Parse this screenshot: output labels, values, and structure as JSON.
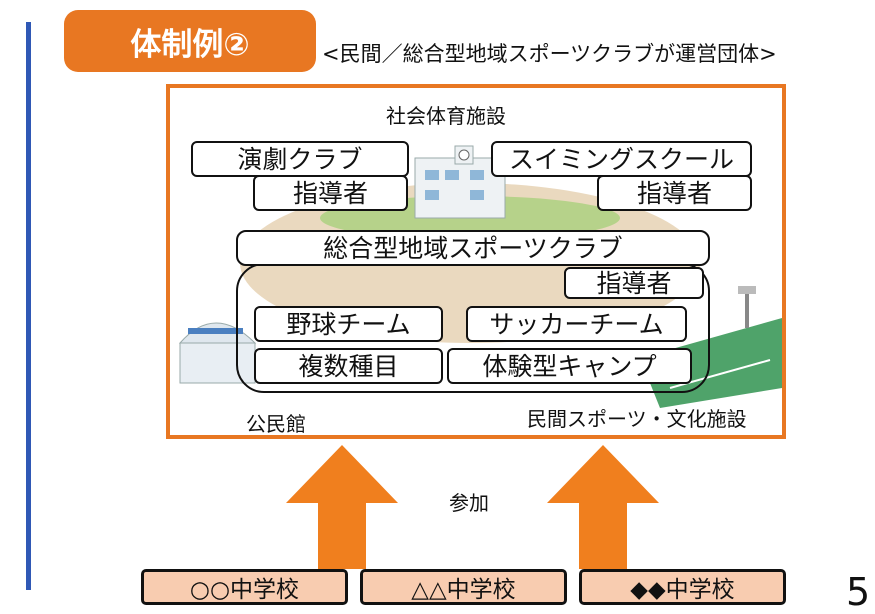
{
  "header": {
    "badge": "体制例②",
    "subtitle": "<民間／総合型地域スポーツクラブが運営団体>"
  },
  "facility": {
    "title": "社会体育施設",
    "drama_club": "演劇クラブ",
    "swimming_school": "スイミングスクール",
    "instructor_left": "指導者",
    "instructor_right": "指導者"
  },
  "club": {
    "title": "総合型地域スポーツクラブ",
    "instructor": "指導者",
    "baseball": "野球チーム",
    "soccer": "サッカーチーム",
    "multi_sport": "複数種目",
    "camp": "体験型キャンプ"
  },
  "places": {
    "community_center": "公民館",
    "private_facility": "民間スポーツ・文化施設"
  },
  "participation": "参加",
  "schools": [
    "○○中学校",
    "△△中学校",
    "◆◆中学校"
  ],
  "page_number": "5",
  "colors": {
    "accent": "#e87722",
    "rule": "#2f58b5",
    "school_fill": "#f8ccb0"
  }
}
